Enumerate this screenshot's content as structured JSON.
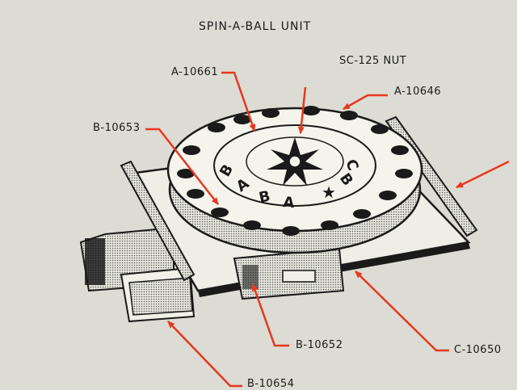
{
  "diagram": {
    "title": "SPIN-A-BALL UNIT",
    "callouts": {
      "sc125": "SC-125 NUT",
      "a10661": "A-10661",
      "a10646": "A-10646",
      "b10653": "B-10653",
      "b10652": "B-10652",
      "c10650": "C-10650",
      "b10654": "B-10654"
    },
    "wheel_letters": [
      "B",
      "A",
      "B",
      "A",
      "C",
      "B"
    ],
    "wheel_star": "★",
    "colors": {
      "paper": "#dcdcd4",
      "ink": "#1a1a1a",
      "arrow": "#e5381f",
      "shade": "#b8b8b0"
    }
  }
}
